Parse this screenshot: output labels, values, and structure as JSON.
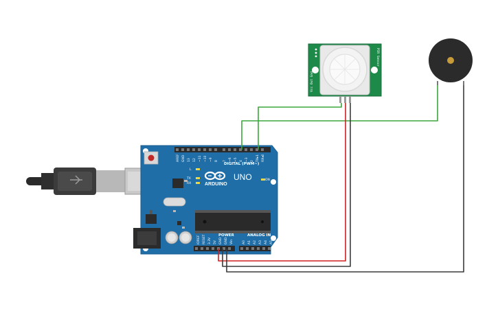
{
  "arduino": {
    "brand_label": "ARDUINO",
    "model_label": "UNO",
    "digital_header_label": "DIGITAL (PWM~)",
    "power_label": "POWER",
    "analog_label": "ANALOG IN",
    "on_led_label": "ON",
    "l_led_label": "L",
    "tx_label": "TX",
    "rx_label": "RX",
    "digital_pins": [
      "AREF",
      "GND",
      "13",
      "12",
      "~11",
      "~10",
      "~9",
      "8",
      "7",
      "~6",
      "~5",
      "4",
      "~3",
      "2",
      "TX▸1",
      "RX◂0"
    ],
    "power_pins": [
      "IOREF",
      "RESET",
      "3.3V",
      "5V",
      "GND",
      "GND",
      "Vin"
    ],
    "analog_pins": [
      "A0",
      "A1",
      "A2",
      "A3",
      "A4",
      "A5"
    ]
  },
  "pir_sensor": {
    "left_label": "Vcc Out Gnd",
    "right_label": "PIR Sensor"
  },
  "wires": {
    "signal_color": "#3aa63a",
    "power_color": "#d11f1f",
    "ground_color": "#3a3a3a"
  },
  "colors": {
    "board": "#1f6ea8",
    "pir_board": "#1e8a4a",
    "buzzer": "#2b2b2b"
  }
}
